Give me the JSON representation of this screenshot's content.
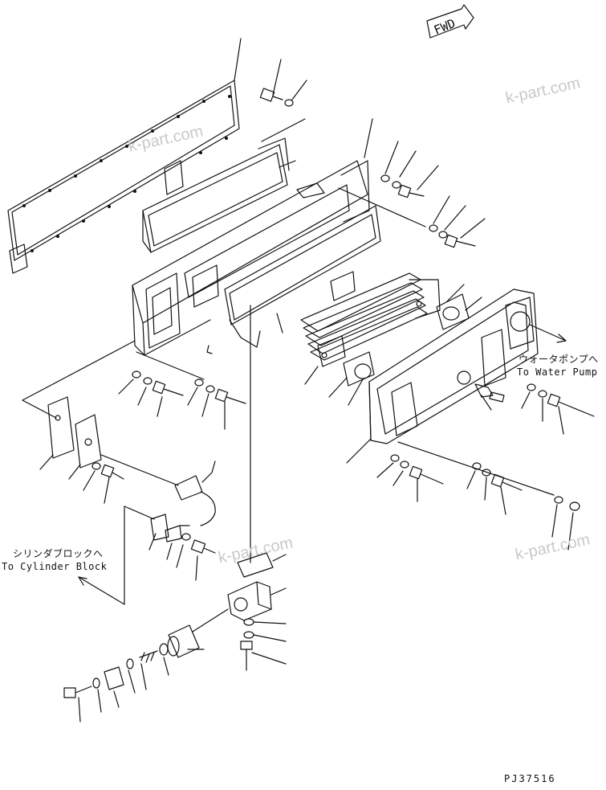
{
  "fwd_label": "FWD",
  "watermarks": [
    "k-part.com",
    "k-part.com",
    "k-part.com",
    "k-part.com"
  ],
  "labels": {
    "water_pump_jp": "ウォータポンプへ",
    "water_pump_en": "To Water Pump",
    "cylinder_block_jp": "シリンダブロックへ",
    "cylinder_block_en": "To Cylinder Block"
  },
  "drawing_code": "PJ37516",
  "colors": {
    "line": "#111111",
    "watermark": "#c9c9c9",
    "background": "#ffffff"
  }
}
